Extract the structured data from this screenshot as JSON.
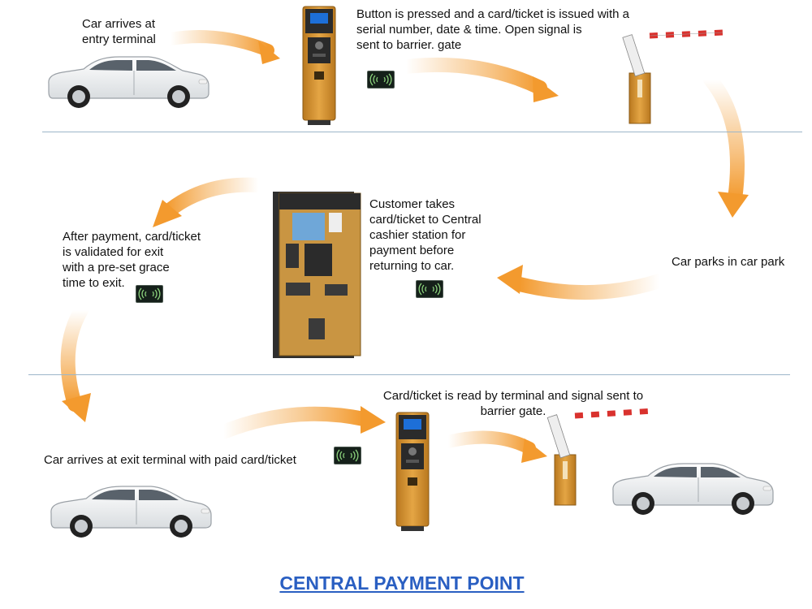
{
  "steps": {
    "entry": "Car arrives at\nentry terminal",
    "issue": "Button is pressed and a card/ticket is issued with a\nserial number, date & time. Open signal  is\nsent to barrier. gate",
    "parks": "Car parks in car park",
    "cashier": "Customer  takes\ncard/ticket to Central\ncashier station for\npayment before\nreturning to car.",
    "validated": "After payment, card/ticket\nis validated for exit\nwith a pre-set grace\ntime to exit.",
    "exit_arrive": "Car arrives at exit terminal with paid card/ticket",
    "read": "Card/ticket is read by terminal and signal sent to\nbarrier gate."
  },
  "title": "CENTRAL PAYMENT POINT",
  "colors": {
    "arrow": "#f3a443",
    "terminal": "#d9962e",
    "title": "#2a5fc2",
    "divider": "#9cb6c9",
    "barrier_stripe": "#d9322e"
  },
  "icons": [
    "car-icon",
    "entry-terminal-icon",
    "barrier-gate-icon",
    "pay-station-icon",
    "rfid-card-icon"
  ]
}
